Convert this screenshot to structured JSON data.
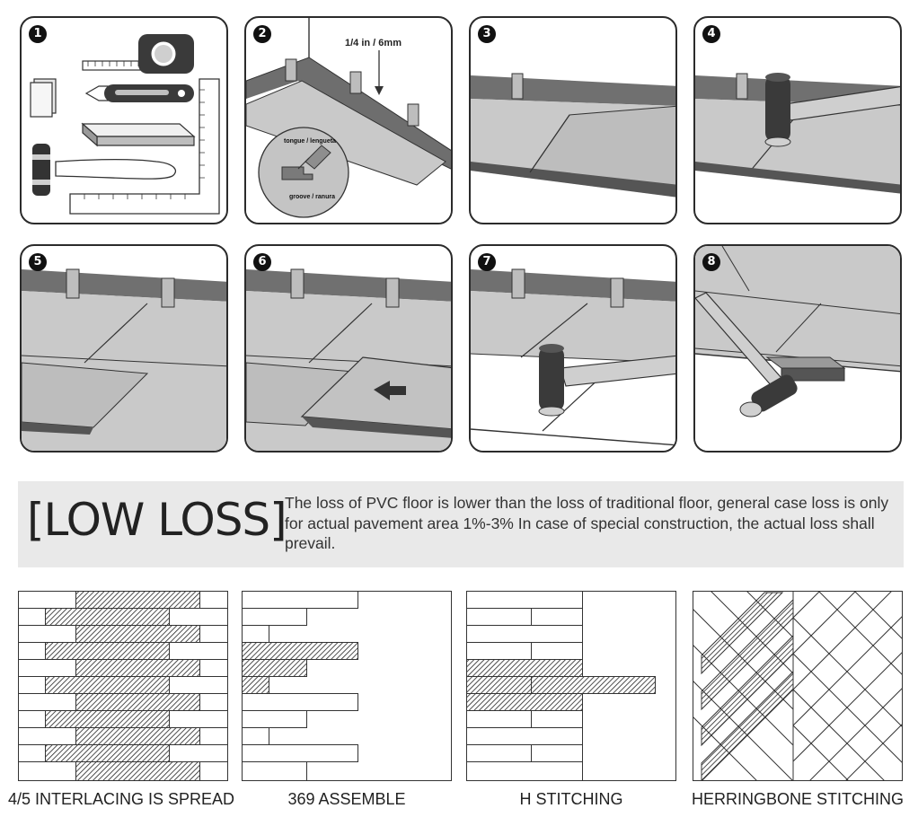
{
  "steps": [
    {
      "number": "1",
      "name": "tools"
    },
    {
      "number": "2",
      "name": "spacers"
    },
    {
      "number": "3",
      "name": "angle-in"
    },
    {
      "number": "4",
      "name": "tap-long-edge"
    },
    {
      "number": "5",
      "name": "next-row"
    },
    {
      "number": "6",
      "name": "slide-in"
    },
    {
      "number": "7",
      "name": "tap-joint"
    },
    {
      "number": "8",
      "name": "pull-bar"
    }
  ],
  "step2": {
    "gap_label": "1/4 in / 6mm",
    "tongue_label": "tongue / lengueta",
    "groove_label": "groove / ranura"
  },
  "low_loss": {
    "title": "[LOW LOSS]",
    "text": "The loss of PVC floor is lower than the loss of traditional floor, general case loss is only for actual pavement area 1%-3%  In case of special construction, the actual loss shall prevail."
  },
  "patterns": [
    {
      "caption": "4/5 INTERLACING IS SPREAD"
    },
    {
      "caption": "369 ASSEMBLE"
    },
    {
      "caption": "H STITCHING"
    },
    {
      "caption": "HERRINGBONE STITCHING"
    }
  ]
}
